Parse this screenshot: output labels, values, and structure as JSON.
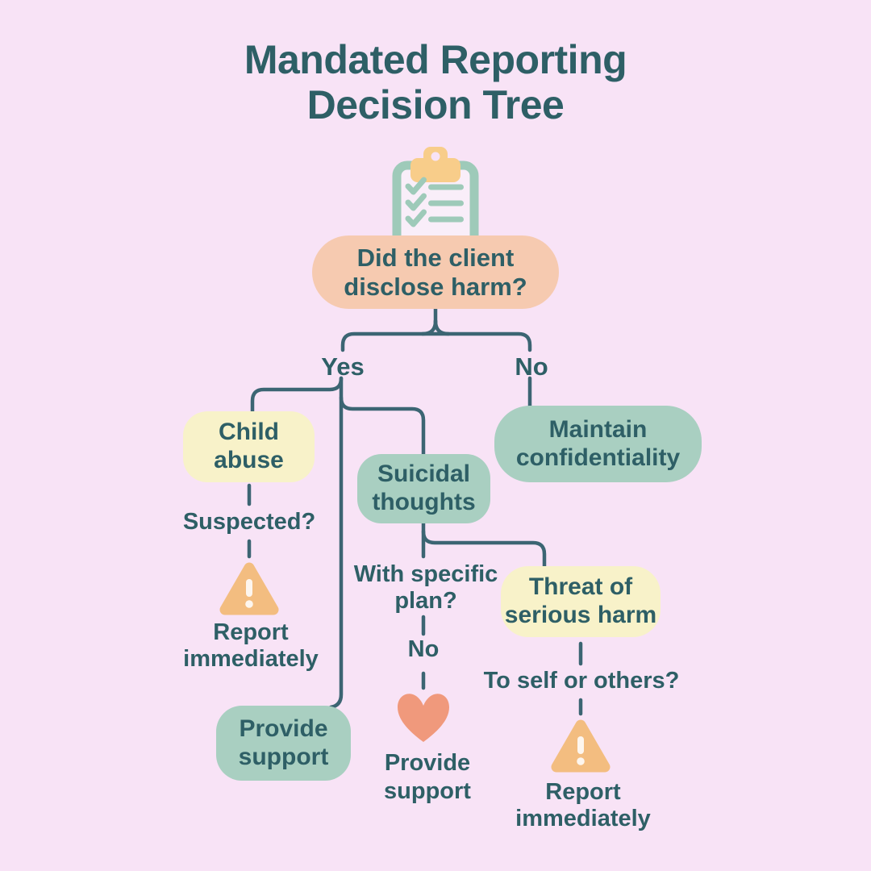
{
  "title": "Mandated Reporting Decision Tree",
  "root": {
    "label": "Did the client disclose harm?"
  },
  "branch_labels": {
    "yes": "Yes",
    "no": "No"
  },
  "nodes": {
    "maintain_confidentiality": "Maintain confidentiality",
    "child_abuse": "Child abuse",
    "suicidal_thoughts": "Suicidal thoughts",
    "threat_of_serious_harm": "Threat of serious harm",
    "provide_support": "Provide support"
  },
  "annotations": {
    "suspected": "Suspected?",
    "report_immediately_child": "Report immediately",
    "with_specific_plan": "With specific plan?",
    "no_plan": "No",
    "provide_support_heart": "Provide support",
    "to_self_or_others": "To self or others?",
    "report_immediately_threat": "Report immediately"
  },
  "icons": {
    "header": "clipboard-checklist-icon",
    "child_abuse_outcome": "warning-triangle-icon",
    "suicidal_outcome": "heart-icon",
    "threat_outcome": "warning-triangle-icon"
  },
  "palette": {
    "background": "#f8e3f6",
    "text": "#2e5f66",
    "line": "#3c6573",
    "question_box": "#f6cab0",
    "category_box_teal": "#a9cfc1",
    "category_box_yellow": "#f8f2c9",
    "warning_triangle": "#f3bd80",
    "heart": "#f0997c",
    "clipboard_clip": "#f8cd8a",
    "clipboard_frame": "#9ecab9",
    "clipboard_paper": "#f9eef9"
  }
}
